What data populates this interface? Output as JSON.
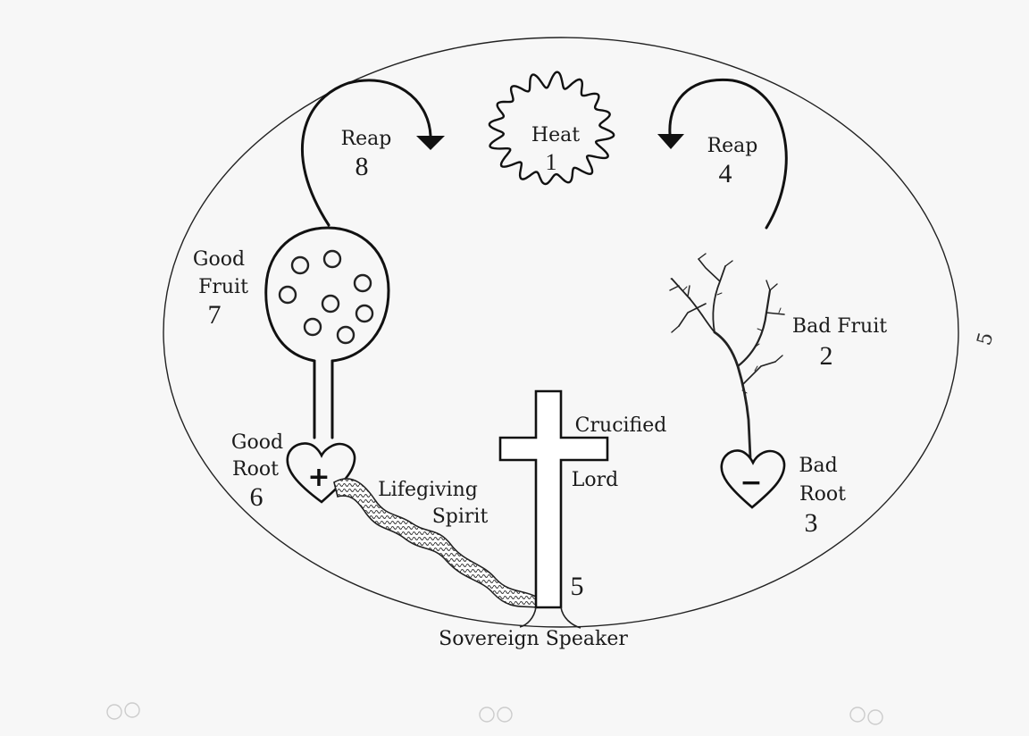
{
  "diagram": {
    "heat": {
      "label": "Heat",
      "number": "1"
    },
    "bad_fruit": {
      "label_line1": "Bad Fruit",
      "number": "2"
    },
    "bad_root": {
      "label_line1": "Bad",
      "label_line2": "Root",
      "number": "3",
      "sign": "−"
    },
    "reap_right": {
      "label": "Reap",
      "number": "4"
    },
    "cross": {
      "label_line1": "Crucified",
      "label_line2": "Lord",
      "number": "5"
    },
    "good_root": {
      "label_line1": "Good",
      "label_line2": "Root",
      "number": "6",
      "sign": "+"
    },
    "good_fruit": {
      "label_line1": "Good",
      "label_line2": "Fruit",
      "number": "7"
    },
    "reap_left": {
      "label": "Reap",
      "number": "8"
    },
    "spirit": {
      "label_line1": "Lifegiving",
      "label_line2": "Spirit"
    },
    "speaker": {
      "label": "Sovereign Speaker"
    },
    "margin_mark": "5"
  }
}
